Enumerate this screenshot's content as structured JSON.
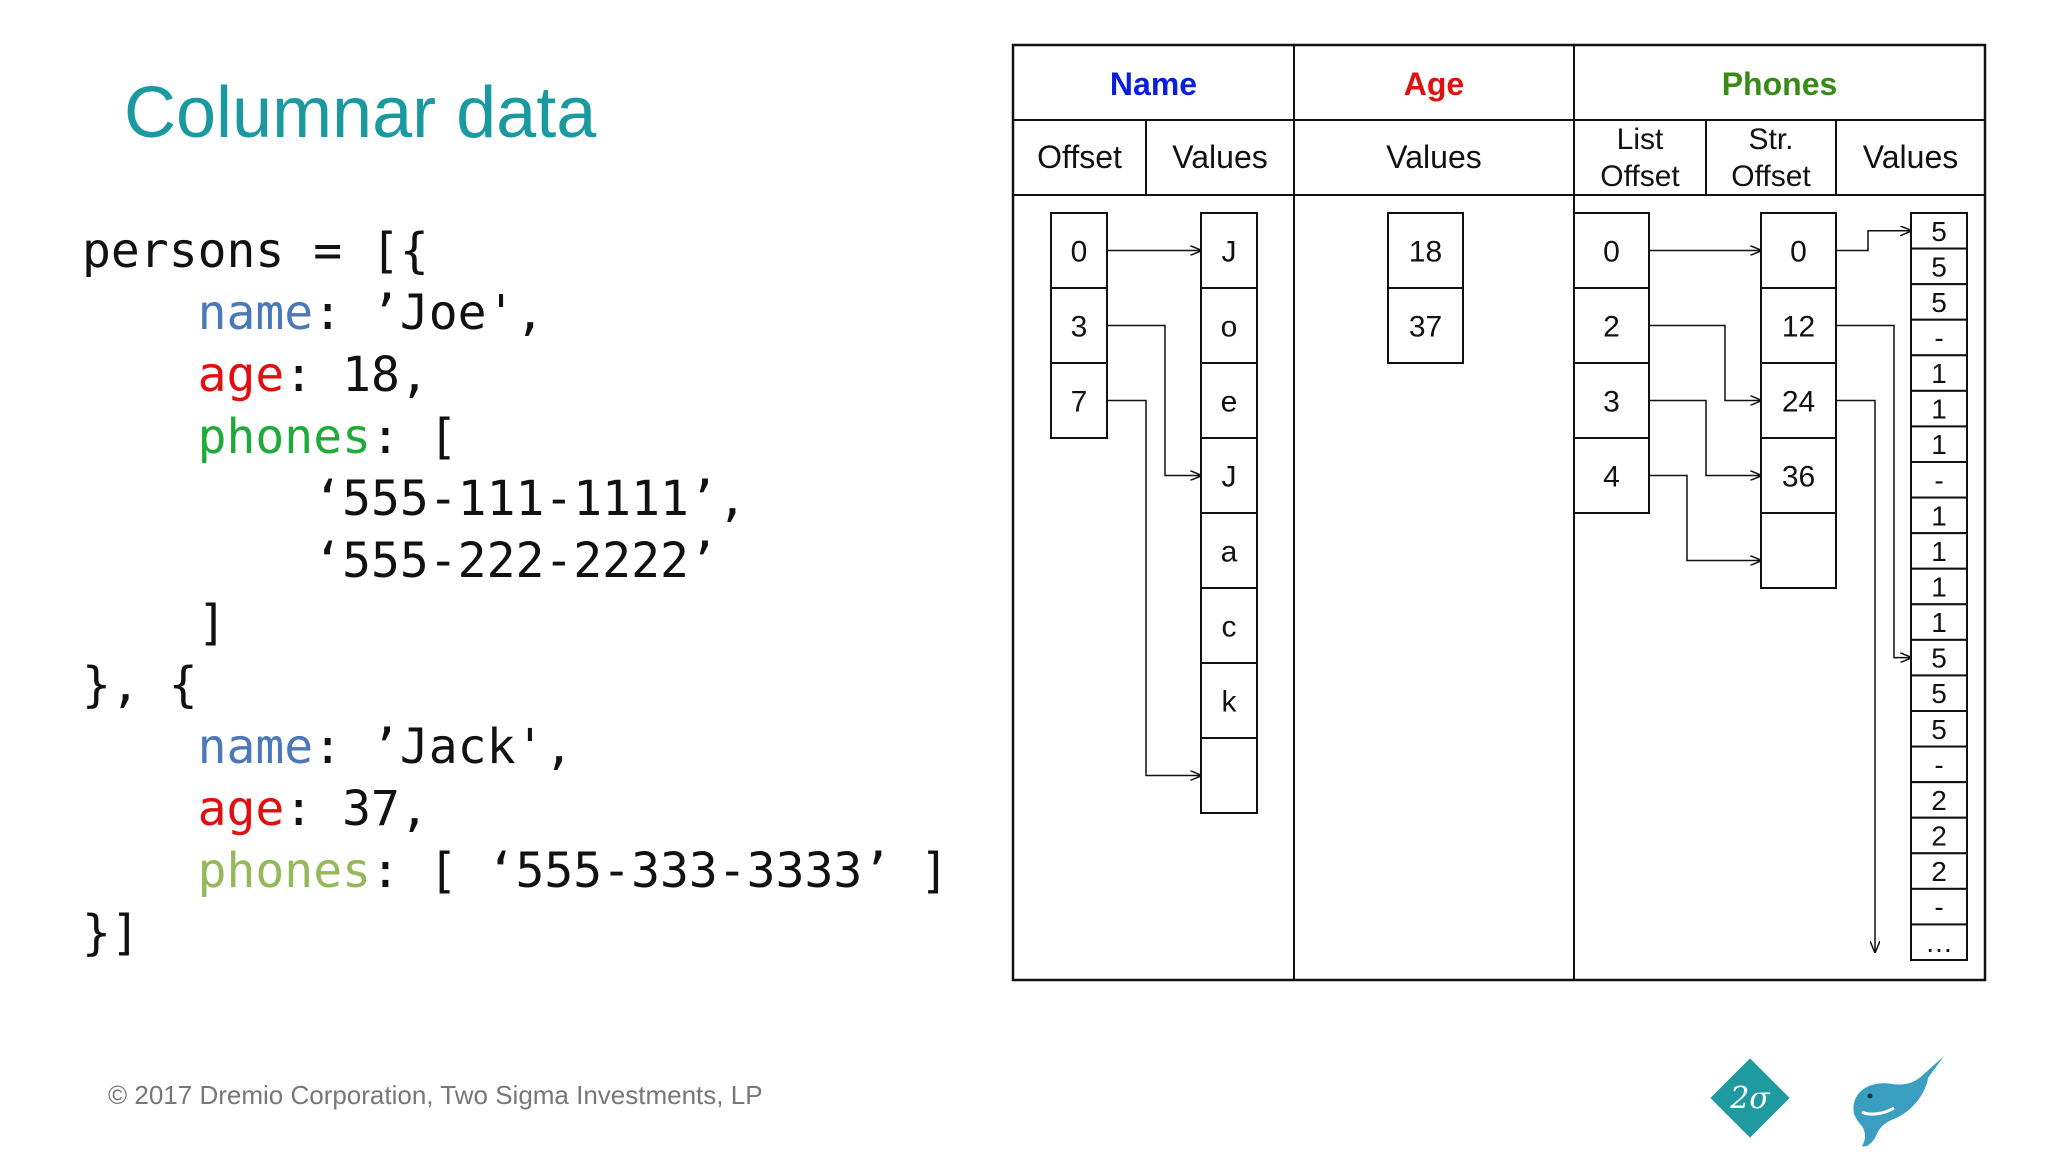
{
  "slide": {
    "title": "Columnar data",
    "footer": "© 2017 Dremio Corporation, Two Sigma Investments, LP"
  },
  "code": {
    "lines": [
      [
        {
          "t": "persons = [{",
          "c": ""
        }
      ],
      [
        {
          "t": "    ",
          "c": ""
        },
        {
          "t": "name",
          "c": "k-name"
        },
        {
          "t": ": ’Joe',",
          "c": ""
        }
      ],
      [
        {
          "t": "    ",
          "c": ""
        },
        {
          "t": "age",
          "c": "k-age"
        },
        {
          "t": ": 18,",
          "c": ""
        }
      ],
      [
        {
          "t": "    ",
          "c": ""
        },
        {
          "t": "phones",
          "c": "k-phones"
        },
        {
          "t": ": [",
          "c": ""
        }
      ],
      [
        {
          "t": "        ‘555-111-1111’,",
          "c": ""
        }
      ],
      [
        {
          "t": "        ‘555-222-2222’",
          "c": ""
        }
      ],
      [
        {
          "t": "    ]",
          "c": ""
        }
      ],
      [
        {
          "t": "}, {",
          "c": ""
        }
      ],
      [
        {
          "t": "    ",
          "c": ""
        },
        {
          "t": "name",
          "c": "k-name"
        },
        {
          "t": ": ’Jack',",
          "c": ""
        }
      ],
      [
        {
          "t": "    ",
          "c": ""
        },
        {
          "t": "age",
          "c": "k-age"
        },
        {
          "t": ": 37,",
          "c": ""
        }
      ],
      [
        {
          "t": "    ",
          "c": ""
        },
        {
          "t": "phones",
          "c": "k-phones2"
        },
        {
          "t": ": [ ‘555-333-3333’ ]",
          "c": ""
        }
      ],
      [
        {
          "t": "}]",
          "c": ""
        }
      ]
    ]
  },
  "table": {
    "headers": {
      "name": {
        "label": "Name",
        "color": "#0a1ee0"
      },
      "age": {
        "label": "Age",
        "color": "#e01010"
      },
      "phones": {
        "label": "Phones",
        "color": "#3a8a1a"
      }
    },
    "subheaders": {
      "name_offset": "Offset",
      "name_values": "Values",
      "age_values": "Values",
      "phones_list_offset": [
        "List",
        "Offset"
      ],
      "phones_str_offset": [
        "Str.",
        "Offset"
      ],
      "phones_values": "Values"
    },
    "name_offsets": [
      "0",
      "3",
      "7"
    ],
    "name_values": [
      "J",
      "o",
      "e",
      "J",
      "a",
      "c",
      "k",
      ""
    ],
    "age_values": [
      "18",
      "37"
    ],
    "phones_list_offsets": [
      "0",
      "2",
      "3",
      "4"
    ],
    "phones_str_offsets": [
      "0",
      "12",
      "24",
      "36",
      ""
    ],
    "phones_values": [
      "5",
      "5",
      "5",
      "-",
      "1",
      "1",
      "1",
      "-",
      "1",
      "1",
      "1",
      "1",
      "5",
      "5",
      "5",
      "-",
      "2",
      "2",
      "2",
      "-",
      "…"
    ]
  },
  "logos": {
    "twosigma_text": "2σ",
    "twosigma_color": "#1e9aa0",
    "narwhal_color": "#3a9ec0"
  }
}
